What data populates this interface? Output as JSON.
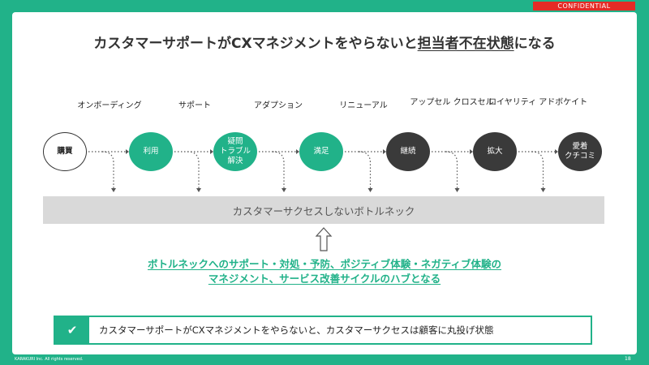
{
  "confidential": "CONFIDENTIAL",
  "title": {
    "prefix": "カスタマーサポートがCXマネジメントをやらないと",
    "emphasis": "担当者不在状態",
    "suffix": "になる"
  },
  "stages": [
    "オンボーディング",
    "サポート",
    "アダプション",
    "リニューアル",
    "アップセル\nクロスセル",
    "ロイヤリティ\nアドボケイト"
  ],
  "nodes": [
    {
      "label": "購買",
      "style": "white"
    },
    {
      "label": "利用",
      "style": "green"
    },
    {
      "label": "疑問\nトラブル\n解決",
      "style": "green"
    },
    {
      "label": "満足",
      "style": "green"
    },
    {
      "label": "継続",
      "style": "dark"
    },
    {
      "label": "拡大",
      "style": "dark"
    },
    {
      "label": "愛着\nクチコミ",
      "style": "dark"
    }
  ],
  "bottleneck_bar": "カスタマーサクセスしないボトルネック",
  "message": {
    "line1": "ボトルネックへのサポート・対処・予防、ポジティブ体験・ネガティブ体験の",
    "line2": "マネジメント、サービス改善サイクルのハブとなる"
  },
  "callout": {
    "icon": "checkmark-icon",
    "text": "カスタマーサポートがCXマネジメントをやらないと、カスタマーサクセスは顧客に丸投げ状態"
  },
  "footer": "KARAKURI Inc. All rights reserved.",
  "page_number": "18",
  "colors": {
    "green": "#21b289",
    "dark": "#3a3a3a",
    "red": "#e52b26",
    "bar": "#d9d9d9"
  }
}
